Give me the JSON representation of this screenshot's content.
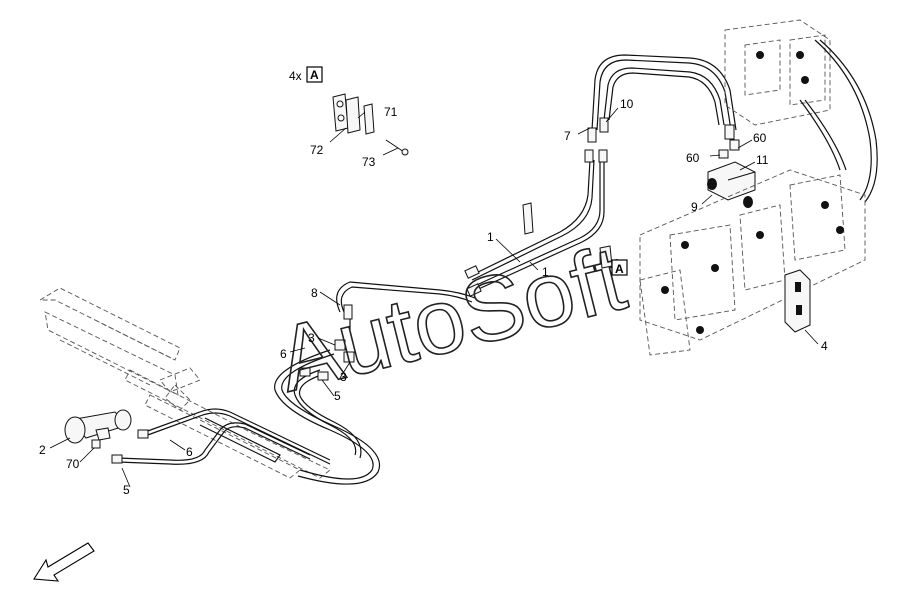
{
  "callouts": [
    {
      "id": "c-4x",
      "text": "4x"
    },
    {
      "id": "c-A-top",
      "text": "A"
    },
    {
      "id": "c-71",
      "text": "71"
    },
    {
      "id": "c-72",
      "text": "72"
    },
    {
      "id": "c-73",
      "text": "73"
    },
    {
      "id": "c-10",
      "text": "10"
    },
    {
      "id": "c-7",
      "text": "7"
    },
    {
      "id": "c-60a",
      "text": "60"
    },
    {
      "id": "c-60b",
      "text": "60"
    },
    {
      "id": "c-11",
      "text": "11"
    },
    {
      "id": "c-9",
      "text": "9"
    },
    {
      "id": "c-1a",
      "text": "1"
    },
    {
      "id": "c-1b",
      "text": "1"
    },
    {
      "id": "c-A-mid",
      "text": "A"
    },
    {
      "id": "c-8",
      "text": "8"
    },
    {
      "id": "c-6a",
      "text": "6"
    },
    {
      "id": "c-3a",
      "text": "3"
    },
    {
      "id": "c-3b",
      "text": "3"
    },
    {
      "id": "c-5a",
      "text": "5"
    },
    {
      "id": "c-4",
      "text": "4"
    },
    {
      "id": "c-2",
      "text": "2"
    },
    {
      "id": "c-70",
      "text": "70"
    },
    {
      "id": "c-6b",
      "text": "6"
    },
    {
      "id": "c-5b",
      "text": "5"
    }
  ],
  "watermark": "AutoSoft",
  "icons": {
    "direction": "forward-arrow-icon"
  }
}
